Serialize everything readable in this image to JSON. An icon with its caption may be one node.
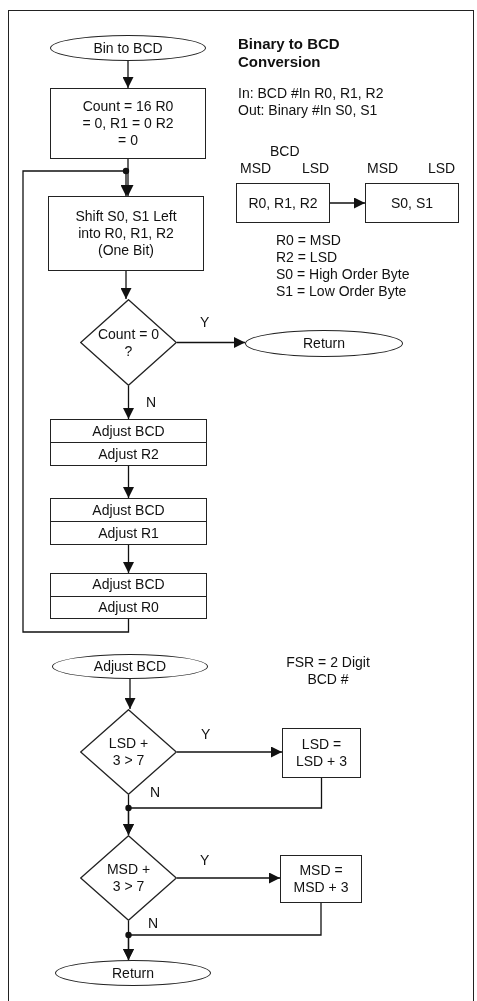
{
  "diagram": {
    "title": "Binary to BCD Conversion",
    "nodes": [
      {
        "text": [
          "Bin to BCD"
        ]
      },
      {
        "text": [
          "Count = 16 R0 = 0, R1 = 0 R2 = 0"
        ]
      },
      {
        "text": [
          "Shift S0, S1 Left into R0, R1, R2 (One Bit)"
        ]
      },
      {
        "text": [
          "Count = 0 ?"
        ]
      },
      {
        "text": [
          "Return"
        ]
      },
      {
        "text": [
          "Adjust BCD",
          "Adjust R2"
        ]
      },
      {
        "text": [
          "Adjust BCD",
          "Adjust R1"
        ]
      },
      {
        "text": [
          "Adjust BCD",
          "Adjust R0"
        ]
      },
      {
        "text": [
          "R0, R1, R2"
        ]
      },
      {
        "text": [
          "S0, S1"
        ]
      },
      {
        "text": [
          "Adjust BCD"
        ]
      },
      {
        "text": [
          "LSD + 3 > 7"
        ]
      },
      {
        "text": [
          "LSD = LSD + 3"
        ]
      },
      {
        "text": [
          "MSD + 3 > 7"
        ]
      },
      {
        "text": [
          "MSD = MSD + 3"
        ]
      },
      {
        "text": [
          "Return"
        ]
      }
    ],
    "edges": [
      {
        "from": 0,
        "to": 1,
        "arrow": "to"
      },
      {
        "from": 1,
        "to": 2,
        "arrow": "to"
      },
      {
        "from": 2,
        "to": 3,
        "arrow": "to"
      },
      {
        "from": 3,
        "to": 4,
        "arrow": "to",
        "label": "Y"
      },
      {
        "from": 3,
        "to": 5,
        "arrow": "to",
        "label": "N"
      },
      {
        "from": 5,
        "to": 6,
        "arrow": "to"
      },
      {
        "from": 6,
        "to": 7,
        "arrow": "to"
      },
      {
        "from": 7,
        "to": 2,
        "arrow": "to"
      },
      {
        "from": 8,
        "to": 9,
        "arrow": "to"
      },
      {
        "from": 10,
        "to": 11,
        "arrow": "to"
      },
      {
        "from": 11,
        "to": 12,
        "arrow": "to",
        "label": "Y"
      },
      {
        "from": 11,
        "to": 13,
        "arrow": "to",
        "label": "N"
      },
      {
        "from": 12,
        "to": 13,
        "arrow": "to"
      },
      {
        "from": 13,
        "to": 14,
        "arrow": "to",
        "label": "Y"
      },
      {
        "from": 13,
        "to": 15,
        "arrow": "to",
        "label": "N"
      },
      {
        "from": 14,
        "to": 15,
        "arrow": "to"
      }
    ],
    "labels": [
      "In: BCD #In R0, R1, R2",
      "Out: Binary #In S0, S1",
      "BCD",
      "MSD",
      "LSD",
      "MSD",
      "LSD",
      "R0 = MSD",
      "R2 = LSD",
      "S0 = High Order Byte",
      "S1 = Low Order Byte",
      "FSR = 2 Digit BCD #"
    ]
  }
}
